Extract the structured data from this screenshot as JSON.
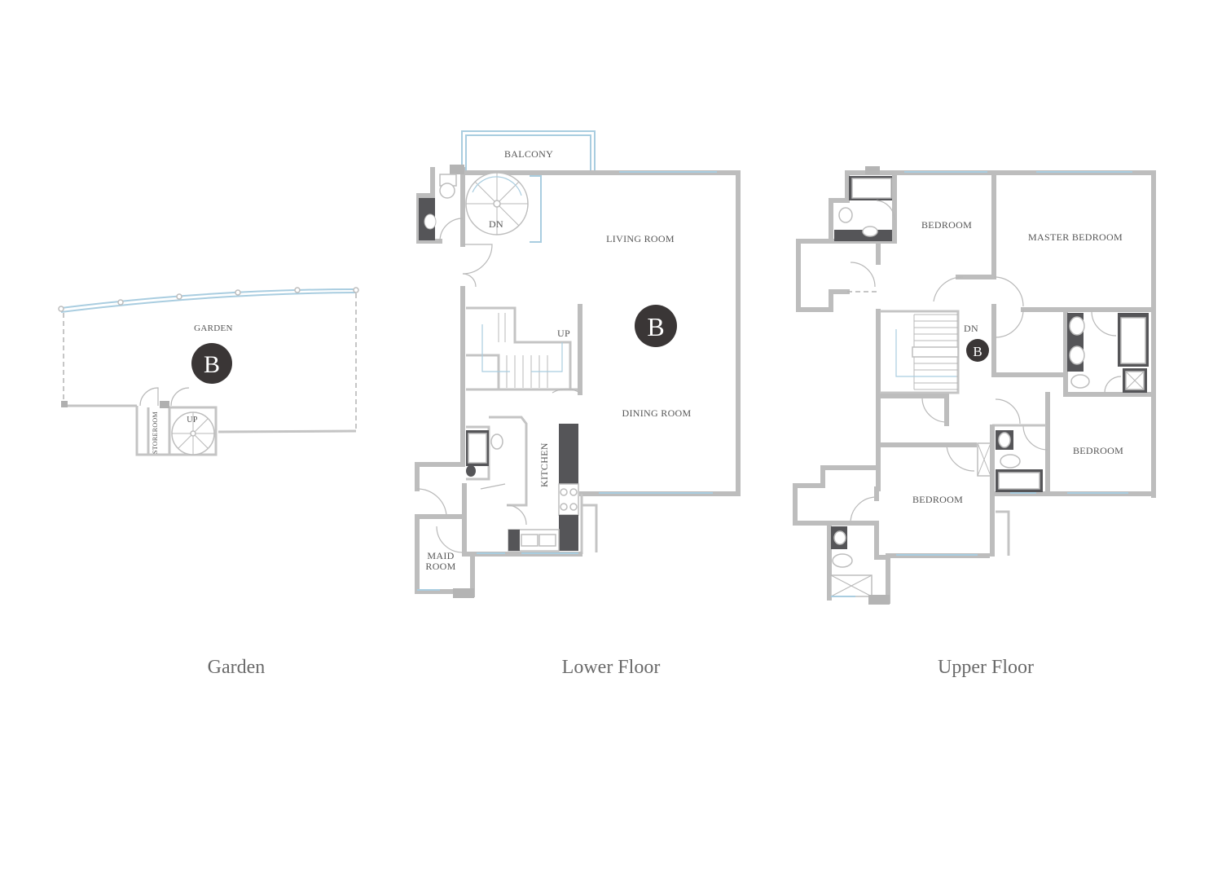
{
  "unit": {
    "label": "B"
  },
  "captions": {
    "garden": "Garden",
    "lower": "Lower Floor",
    "upper": "Upper Floor"
  },
  "rooms": {
    "garden": "GARDEN",
    "storeroom": "STOREROOM",
    "garden_up": "UP",
    "balcony": "BALCONY",
    "living_room": "LIVING ROOM",
    "dining_room": "DINING ROOM",
    "kitchen": "KITCHEN",
    "maid_room_line1": "MAID",
    "maid_room_line2": "ROOM",
    "lower_dn": "DN",
    "lower_up": "UP",
    "bedroom_1": "BEDROOM",
    "master_bedroom": "MASTER BEDROOM",
    "bedroom_2": "BEDROOM",
    "bedroom_3": "BEDROOM",
    "upper_dn": "DN"
  },
  "colors": {
    "wall": "#bdbdbd",
    "glazing": "#a9cde0",
    "badge": "#3a3636",
    "fixture_dark": "#555558"
  }
}
